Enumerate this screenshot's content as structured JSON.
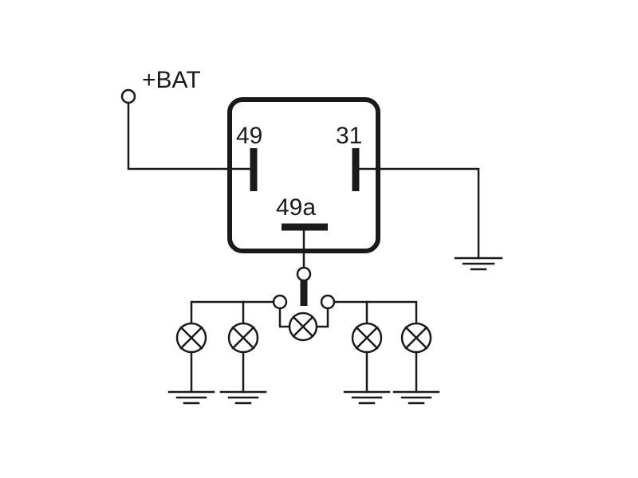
{
  "labels": {
    "bat": "+BAT",
    "t49": "49",
    "t31": "31",
    "t49a": "49a"
  },
  "icons": {
    "battery_terminal": "open-circle-terminal",
    "lamp": "circle-x-lamp",
    "ground": "ground-symbol",
    "switch": "changeover-switch"
  },
  "colors": {
    "ink": "#1a1a1a",
    "background": "#ffffff"
  }
}
